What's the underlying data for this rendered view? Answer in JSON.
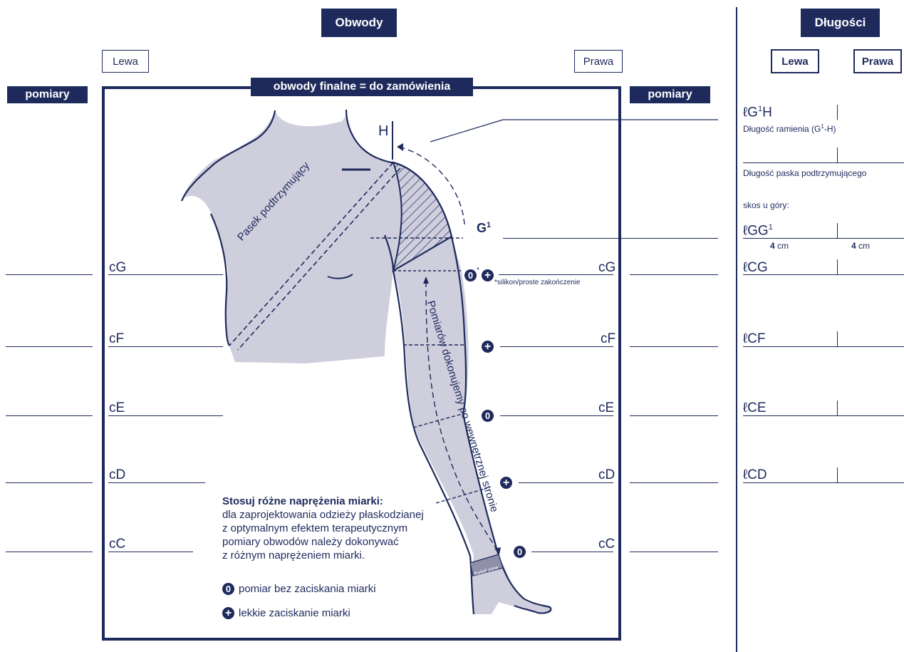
{
  "header": {
    "circumference_title": "Obwody",
    "length_title": "Długości",
    "left_label": "Lewa",
    "right_label": "Prawa",
    "length_left_label": "Lewa",
    "length_right_label": "Prawa",
    "measurements_left": "pomiary",
    "measurements_right": "pomiary",
    "final_title": "obwody finalne = do zamówienia"
  },
  "diagram": {
    "point_h": "H",
    "point_g1": "G",
    "point_g1_sup": "1",
    "strap_label": "Pasek podtrzymujący",
    "arm_label": "Pomiarów dokonujemy po wewnętrznej stronie",
    "relief_zone": "Relief zone",
    "silicone_note": "*silikon/proste zakończenie",
    "star": "*"
  },
  "circumferences": [
    {
      "left": "cG",
      "right": "cG",
      "mark": "0"
    },
    {
      "left": "cF",
      "right": "cF",
      "mark": "+"
    },
    {
      "left": "cE",
      "right": "cE",
      "mark": "0"
    },
    {
      "left": "cD",
      "right": "cD",
      "mark": "+"
    },
    {
      "left": "cC",
      "right": "cC",
      "mark": "0"
    }
  ],
  "legend": {
    "title": "Stosuj różne naprężenia miarki:",
    "line1": "dla zaprojektowania odzieży płaskodzianej",
    "line2": "z optymalnym efektem terapeutycznym",
    "line3": "pomiary obwodów należy dokonywać",
    "line4": "z różnym naprężeniem miarki.",
    "item_zero_symbol": "0",
    "item_zero": "pomiar bez zaciskania miarki",
    "item_plus_symbol": "+",
    "item_plus": "lekkie zaciskanie miarki"
  },
  "lengths": {
    "g1h_prefix": "ℓ",
    "g1h_main": "G",
    "g1h_sup": "1",
    "g1h_end": "H",
    "arm_length_desc": "Długość ramienia (G",
    "arm_length_sup": "1",
    "arm_length_end": "-H)",
    "strap_length_desc": "Długość paska podtrzymującego",
    "bevel_label": "skos u góry:",
    "gg1_prefix": "ℓ",
    "gg1_main": "GG",
    "gg1_sup": "1",
    "gg1_left_value": "4",
    "gg1_right_value": "4",
    "unit": "cm",
    "cg": "ℓCG",
    "cf": "ℓCF",
    "ce": "ℓCE",
    "cd": "ℓCD"
  },
  "colors": {
    "navy": "#1e2a5c",
    "body_fill": "#cfcedd"
  }
}
